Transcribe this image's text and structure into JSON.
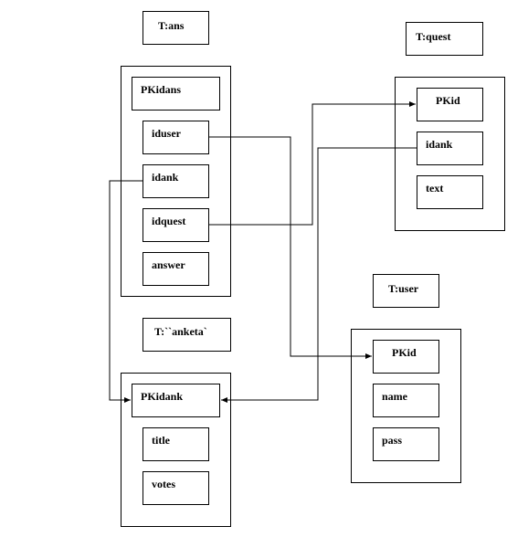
{
  "tables": {
    "ans": {
      "title": "T:ans",
      "fields": [
        "PKidans",
        "iduser",
        "idank",
        "idquest",
        "answer"
      ]
    },
    "quest": {
      "title": "T:quest",
      "fields": [
        "PKid",
        "idank",
        "text"
      ]
    },
    "user": {
      "title": "T:user",
      "fields": [
        "PKid",
        "name",
        "pass"
      ]
    },
    "anketa": {
      "title": "T:``anketa`",
      "fields": [
        "PKidank",
        "title",
        "votes"
      ]
    }
  }
}
